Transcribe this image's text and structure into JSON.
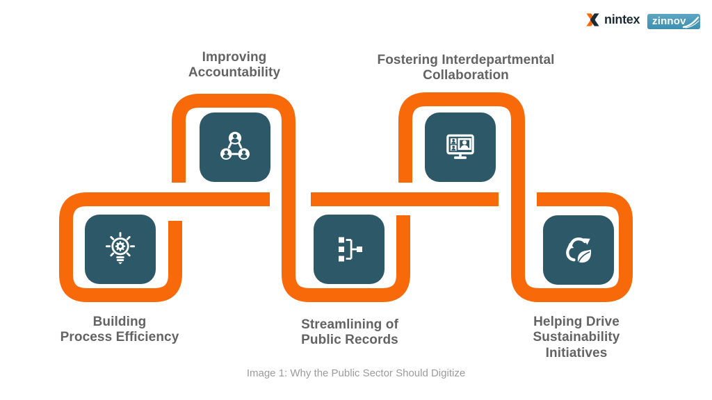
{
  "header": {
    "brand_primary": "nintex",
    "brand_secondary": "zinnov"
  },
  "nodes": [
    {
      "id": "building",
      "label": "Building\nProcess Efficiency",
      "icon": "lightbulb-gear-icon"
    },
    {
      "id": "improving",
      "label": "Improving\nAccountability",
      "icon": "people-network-icon"
    },
    {
      "id": "streamlining",
      "label": "Streamlining of\nPublic Records",
      "icon": "flowchart-icon"
    },
    {
      "id": "fostering",
      "label": "Fostering Interdepartmental\nCollaboration",
      "icon": "video-call-monitor-icon"
    },
    {
      "id": "helping",
      "label": "Helping Drive\nSustainability Initiatives",
      "icon": "recycle-leaf-icon"
    }
  ],
  "caption": "Image 1: Why the Public Sector Should Digitize",
  "colors": {
    "accent_orange": "#F8690A",
    "icon_box_teal": "#2C5868",
    "label_gray": "#636363",
    "caption_gray": "#9B9B9B",
    "nintex_dark": "#1D2B36",
    "zinnov_teal": "#4596B8"
  }
}
